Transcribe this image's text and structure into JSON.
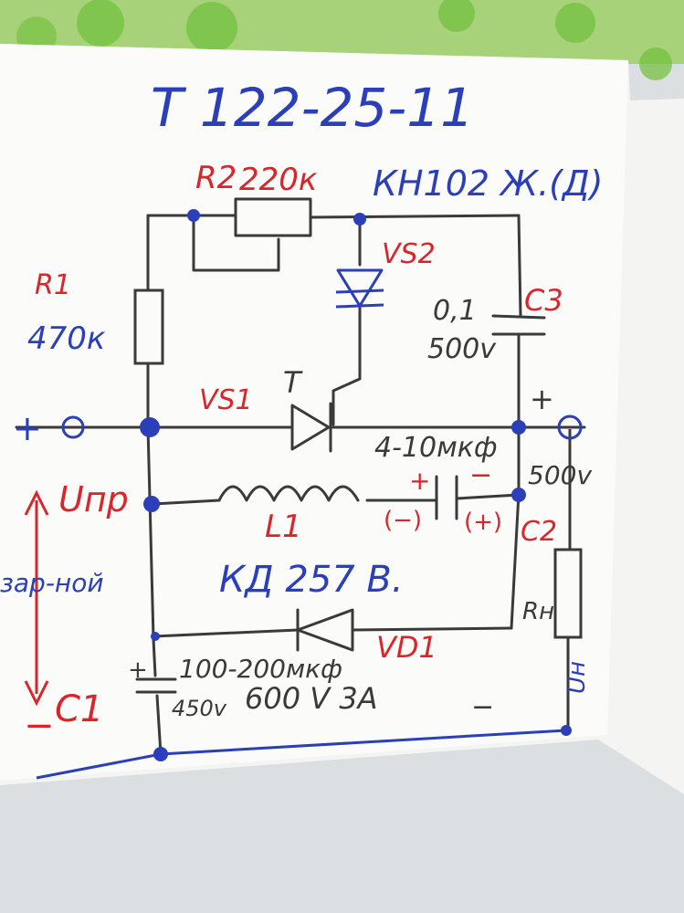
{
  "title": "T 122-25-11",
  "components": {
    "r2": {
      "label": "R2",
      "value": "220к"
    },
    "r2_note": "КН102 Ж.(Д)",
    "r1": {
      "label": "R1",
      "value": "470к"
    },
    "vs2": {
      "label": "VS2"
    },
    "vs1": {
      "label": "VS1",
      "type": "T"
    },
    "c3": {
      "label": "C3",
      "value": "0,1",
      "voltage": "500v"
    },
    "c2": {
      "label": "C2",
      "value": "4-10мкф",
      "voltage": "500v"
    },
    "l1": {
      "label": "L1"
    },
    "diode_type": "КД 257 В.",
    "vd1": {
      "label": "VD1"
    },
    "c1": {
      "label": "C1",
      "value": "100-200мкф",
      "voltage": "450v"
    },
    "vd1_rating": "600 V  3A",
    "rh": {
      "label": "Rн"
    },
    "u_load": "Uн",
    "u_pr": "Uпр",
    "u_note": "зар-ной"
  },
  "polarity": {
    "plus": "+",
    "minus": "−",
    "c2_left_top": "+",
    "c2_left_bottom": "(−)",
    "c2_right_top": "−",
    "c2_right_bottom": "(+)"
  },
  "colors": {
    "ink_blue": "#2b3fb8",
    "ink_red": "#d8262b",
    "ink_black": "#3a3a3a",
    "paper": "#fbfbf9",
    "wallpaper": "#a8d27a"
  }
}
